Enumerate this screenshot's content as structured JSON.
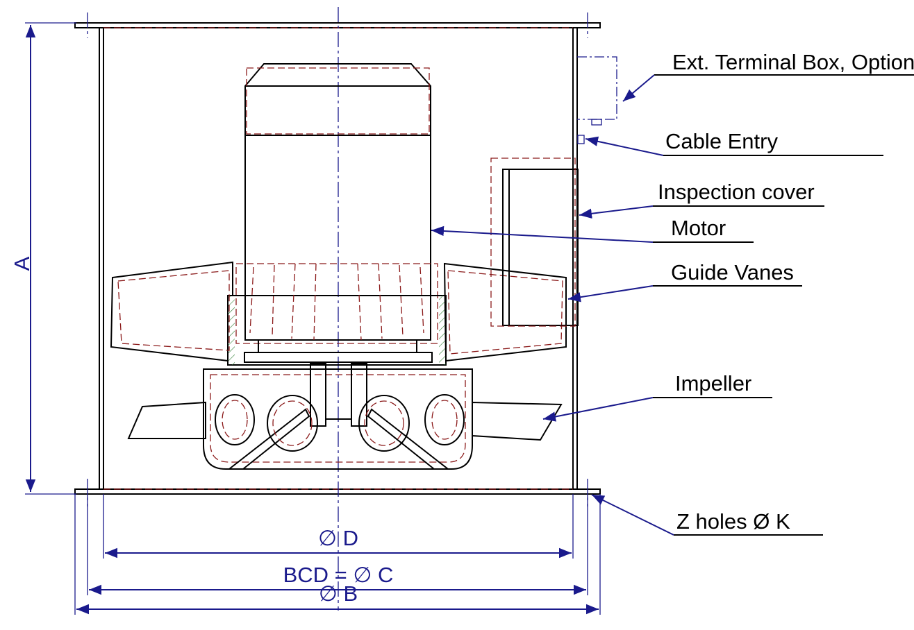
{
  "callouts": [
    {
      "id": "ext-terminal-box",
      "label": "Ext. Terminal Box, Option"
    },
    {
      "id": "cable-entry",
      "label": "Cable Entry"
    },
    {
      "id": "inspection-cover",
      "label": "Inspection cover"
    },
    {
      "id": "motor",
      "label": "Motor"
    },
    {
      "id": "guide-vanes",
      "label": "Guide Vanes"
    },
    {
      "id": "impeller",
      "label": "Impeller"
    },
    {
      "id": "z-holes",
      "label": "Z holes Ø K"
    }
  ],
  "dimensions": {
    "height": "A",
    "inner_diameter": "∅ D",
    "bolt_circle": "BCD = ∅ C",
    "outer_diameter": "∅ B"
  },
  "colors": {
    "outline": "#000000",
    "hidden_lines": "#8b1a1a",
    "dimension": "#1a1a8c",
    "hatch": "#2e7d32"
  }
}
